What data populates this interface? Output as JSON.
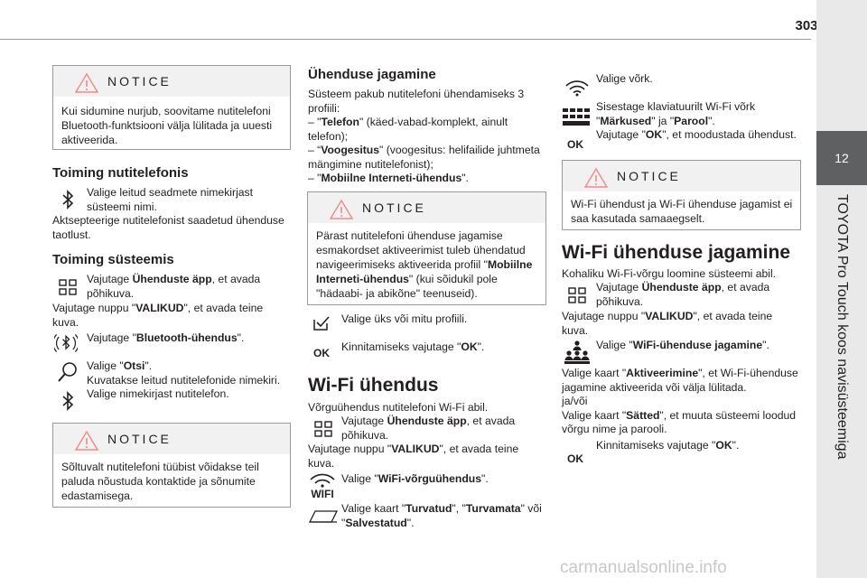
{
  "page": {
    "number": "303",
    "chapter": "12",
    "side_title": "TOYOTA Pro Touch koos navisüsteemiga",
    "footer": "carmanualsonline.info"
  },
  "col1": {
    "notice1": {
      "title": "NOTICE",
      "text": [
        "Kui sidumine nurjub, soovitame nutitelefoni",
        "Bluetooth-funktsiooni välja lülitada ja uuesti",
        "aktiveerida."
      ]
    },
    "h_toiming_telefon": "Toiming nutitelefonis",
    "t1a": "Valige leitud seadmete nimekirjast",
    "t1b": "süsteemi nimi.",
    "t1c": "Aktsepteerige nutitelefonist saadetud ühenduse",
    "t1d": "taotlust.",
    "h_toiming_sys": "Toiming süsteemis",
    "s1a_pre": "Vajutage ",
    "s1a_b": "Ühenduste äpp",
    "s1a_post": ", et avada",
    "s1b": "põhikuva.",
    "s2_pre": "Vajutage nuppu \"",
    "s2_b": "VALIKUD",
    "s2_post": "\", et avada teine",
    "s2b": "kuva.",
    "s3_pre": "Vajutage \"",
    "s3_b": "Bluetooth-ühendus",
    "s3_post": "\".",
    "s4_pre": "Valige \"",
    "s4_b": "Otsi",
    "s4_post": "\".",
    "s4b": "Kuvatakse leitud nutitelefonide nimekiri.",
    "s5": "Valige nimekirjast nutitelefon.",
    "notice2": {
      "title": "NOTICE",
      "text": [
        "Sõltuvalt nutitelefoni tüübist võidakse teil",
        "paluda nõustuda kontaktide ja sõnumite",
        "edastamisega."
      ]
    }
  },
  "col2": {
    "h_jagamine": "Ühenduse jagamine",
    "j1": "Süsteem pakub nutitelefoni ühendamiseks 3",
    "j2": "profiili:",
    "j3_pre": "– \"",
    "j3_b": "Telefon",
    "j3_post": "\" (käed-vabad-komplekt, ainult",
    "j4": "telefon);",
    "j5_pre": "– “",
    "j5_b": "Voogesitus",
    "j5_post": "\" (voogesitus: helifailide juhtmeta",
    "j6": "mängimine nutitelefonist);",
    "j7_pre": "– \"",
    "j7_b": "Mobiilne Interneti-ühendus",
    "j7_post": "\".",
    "notice3": {
      "title": "NOTICE",
      "l1": "Pärast nutitelefoni ühenduse jagamise",
      "l2": "esmakordset aktiveerimist tuleb ühendatud",
      "l3_pre": "navigeerimiseks aktiveerida profiil \"",
      "l3_b": "Mobiilne",
      "l4_b": "Interneti-ühendus",
      "l4_post": "\" (kui sõidukil pole",
      "l5": "\"hädaabi- ja abikõne\" teenuseid)."
    },
    "v1": "Valige üks või mitu profiili.",
    "k1_pre": "Kinnitamiseks vajutage \"",
    "k1_b": "OK",
    "k1_post": "\".",
    "ok_label": "OK",
    "h_wifi": "Wi-Fi ühendus",
    "w1": "Võrguühendus nutitelefoni Wi-Fi abil.",
    "w2_pre": "Vajutage ",
    "w2_b": "Ühenduste äpp",
    "w2_post": ", et avada",
    "w2b": "põhikuva.",
    "w3_pre": "Vajutage nuppu \"",
    "w3_b": "VALIKUD",
    "w3_post": "\", et avada teine",
    "w3b": "kuva.",
    "w4_pre": "Valige \"",
    "w4_b": "WiFi-võrguühendus",
    "w4_post": "\".",
    "wifi_label": "WIFI",
    "w5_pre": "Valige kaart \"",
    "w5_b1": "Turvatud",
    "w5_mid": "\", \"",
    "w5_b2": "Turvamata",
    "w5_post": "\" või",
    "w5b_pre": "\"",
    "w5b_b": "Salvestatud",
    "w5b_post": "\"."
  },
  "col3": {
    "vv": "Valige võrk.",
    "kb1": "Sisestage klaviatuurilt Wi-Fi võrk",
    "kb2_pre": "\"",
    "kb2_b1": "Märkused",
    "kb2_mid": "\" ja \"",
    "kb2_b2": "Parool",
    "kb2_post": "\".",
    "kb3_pre": "Vajutage \"",
    "kb3_b": "OK",
    "kb3_post": "\", et moodustada ühendust.",
    "ok_label": "OK",
    "notice4": {
      "title": "NOTICE",
      "text": [
        "Wi-Fi ühendust ja Wi-Fi ühenduse jagamist ei",
        "saa kasutada samaaegselt."
      ]
    },
    "h_wifi_share": "Wi-Fi ühenduse jagamine",
    "ws1": "Kohaliku Wi-Fi-võrgu loomine süsteemi abil.",
    "ws2_pre": "Vajutage ",
    "ws2_b": "Ühenduste äpp",
    "ws2_post": ", et avada",
    "ws2b": "põhikuva.",
    "ws3_pre": "Vajutage nuppu \"",
    "ws3_b": "VALIKUD",
    "ws3_post": "\", et avada teine",
    "ws3b": "kuva.",
    "ws4_pre": "Valige \"",
    "ws4_b": "WiFi-ühenduse jagamine",
    "ws4_post": "\".",
    "ws5_pre": "Valige kaart \"",
    "ws5_b": "Aktiveerimine",
    "ws5_post": "\", et Wi-Fi-ühenduse",
    "ws6": "jagamine aktiveerida või välja lülitada.",
    "ws7": "ja/või",
    "ws8_pre": "Valige kaart \"",
    "ws8_b": "Sätted",
    "ws8_post": "\", et muuta süsteemi loodud",
    "ws9": "võrgu nime ja parooli.",
    "ws10_pre": "Kinnitamiseks vajutage \"",
    "ws10_b": "OK",
    "ws10_post": "\"."
  }
}
